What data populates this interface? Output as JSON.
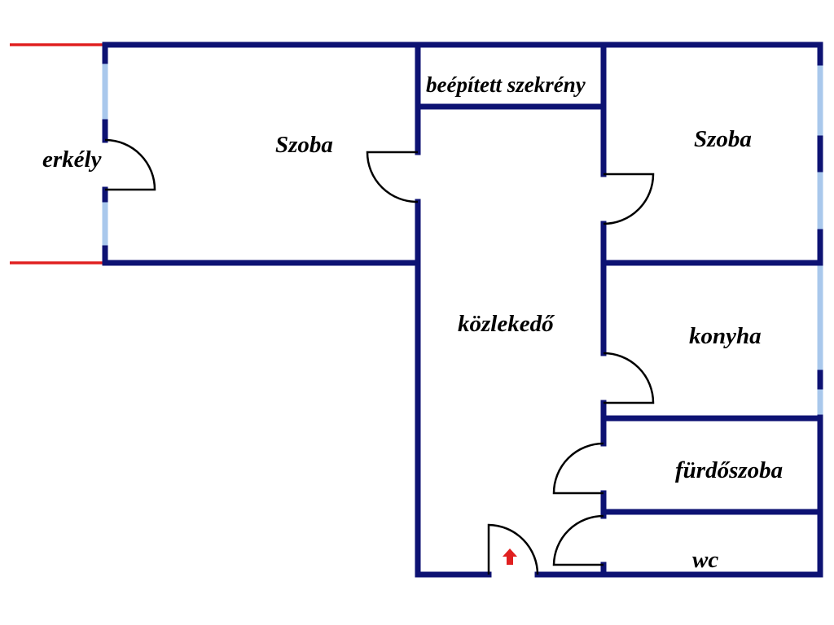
{
  "rooms": {
    "balcony": "erkély",
    "room_left": "Szoba",
    "closet": "beépített szekrény",
    "room_right": "Szoba",
    "hallway": "közlekedő",
    "kitchen": "konyha",
    "bathroom": "fürdőszoba",
    "toilet": "wc"
  },
  "colors": {
    "wall": "#0d1273",
    "window": "#a9c8ec",
    "balcony_rail": "#e02020",
    "entrance_arrow": "#e02020"
  },
  "icons": {
    "entrance": "entrance-arrow-icon"
  }
}
